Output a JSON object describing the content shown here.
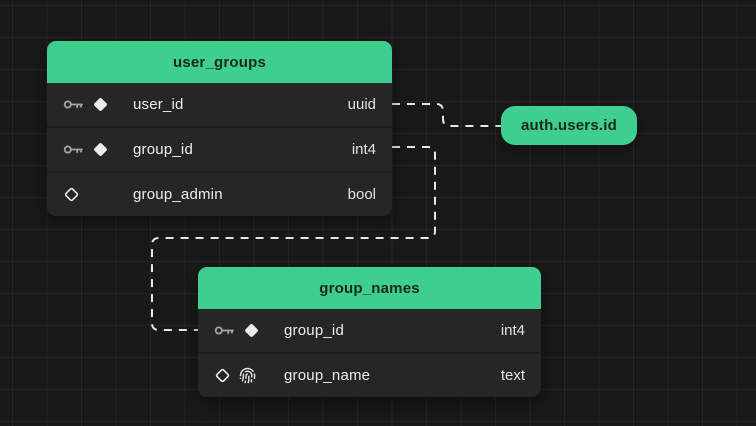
{
  "colors": {
    "canvas_bg": "#191919",
    "accent_green": "#3ecf8e",
    "row_bg": "#262626",
    "edge": "#e8e8e8"
  },
  "tables": [
    {
      "title": "user_groups",
      "columns": [
        {
          "name": "user_id",
          "type": "uuid",
          "icons": [
            "key-icon",
            "diamond-filled-icon"
          ]
        },
        {
          "name": "group_id",
          "type": "int4",
          "icons": [
            "key-icon",
            "diamond-filled-icon"
          ]
        },
        {
          "name": "group_admin",
          "type": "bool",
          "icons": [
            "diamond-outline-icon"
          ]
        }
      ]
    },
    {
      "title": "group_names",
      "columns": [
        {
          "name": "group_id",
          "type": "int4",
          "icons": [
            "key-icon",
            "diamond-filled-icon"
          ]
        },
        {
          "name": "group_name",
          "type": "text",
          "icons": [
            "diamond-outline-icon",
            "fingerprint-icon"
          ]
        }
      ]
    }
  ],
  "external_node": {
    "label": "auth.users.id"
  },
  "relationships": [
    {
      "from": "user_groups.user_id",
      "to": "auth.users.id"
    },
    {
      "from": "user_groups.group_id",
      "to": "group_names.group_id"
    }
  ]
}
